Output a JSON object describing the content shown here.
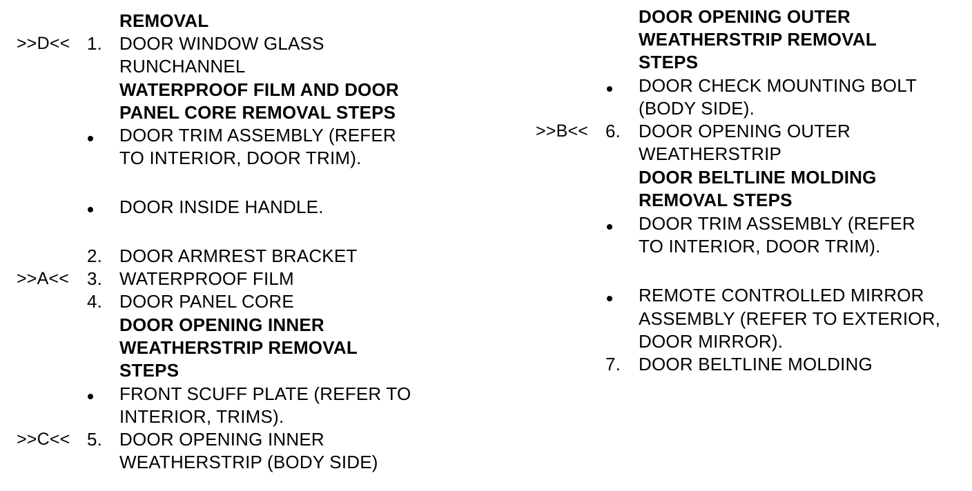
{
  "left_column": {
    "heading_removal": "REMOVAL",
    "marker_d": ">>D<<",
    "step1_number": "1.",
    "step1_line1": "DOOR WINDOW GLASS",
    "step1_line2": "RUNCHANNEL",
    "heading_film_line1": "WATERPROOF FILM AND DOOR",
    "heading_film_line2": "PANEL CORE REMOVAL STEPS",
    "bullet_trim_line1": "DOOR TRIM ASSEMBLY (REFER",
    "bullet_trim_line2": "TO  INTERIOR, DOOR TRIM).",
    "bullet_handle": "DOOR INSIDE HANDLE.",
    "step2_number": "2.",
    "step2_text": "DOOR ARMREST BRACKET",
    "marker_a": ">>A<<",
    "step3_number": "3.",
    "step3_text": "WATERPROOF FILM",
    "step4_number": "4.",
    "step4_text": "DOOR PANEL CORE",
    "heading_inner_line1": "DOOR OPENING INNER",
    "heading_inner_line2": "WEATHERSTRIP REMOVAL",
    "heading_inner_line3": "STEPS",
    "bullet_scuff_line1": "FRONT SCUFF PLATE (REFER TO",
    "bullet_scuff_line2": "INTERIOR, TRIMS).",
    "marker_c": ">>C<<",
    "step5_number": "5.",
    "step5_line1": "DOOR OPENING INNER",
    "step5_line2": "WEATHERSTRIP (BODY SIDE)"
  },
  "right_column": {
    "heading_outer_line1": "DOOR OPENING OUTER",
    "heading_outer_line2": "WEATHERSTRIP REMOVAL",
    "heading_outer_line3": "STEPS",
    "bullet_check_line1": "DOOR CHECK MOUNTING BOLT",
    "bullet_check_line2": "(BODY SIDE).",
    "marker_b": ">>B<<",
    "step6_number": "6.",
    "step6_line1": "DOOR OPENING OUTER",
    "step6_line2": "WEATHERSTRIP",
    "heading_beltline_line1": "DOOR BELTLINE MOLDING",
    "heading_beltline_line2": "REMOVAL STEPS",
    "bullet_trim_line1": "DOOR TRIM ASSEMBLY (REFER",
    "bullet_trim_line2": "TO INTERIOR, DOOR TRIM).",
    "bullet_mirror_line1": "REMOTE CONTROLLED MIRROR",
    "bullet_mirror_line2": "ASSEMBLY (REFER TO EXTERIOR,",
    "bullet_mirror_line3": "DOOR MIRROR).",
    "step7_number": "7.",
    "step7_text": "DOOR BELTLINE MOLDING"
  }
}
